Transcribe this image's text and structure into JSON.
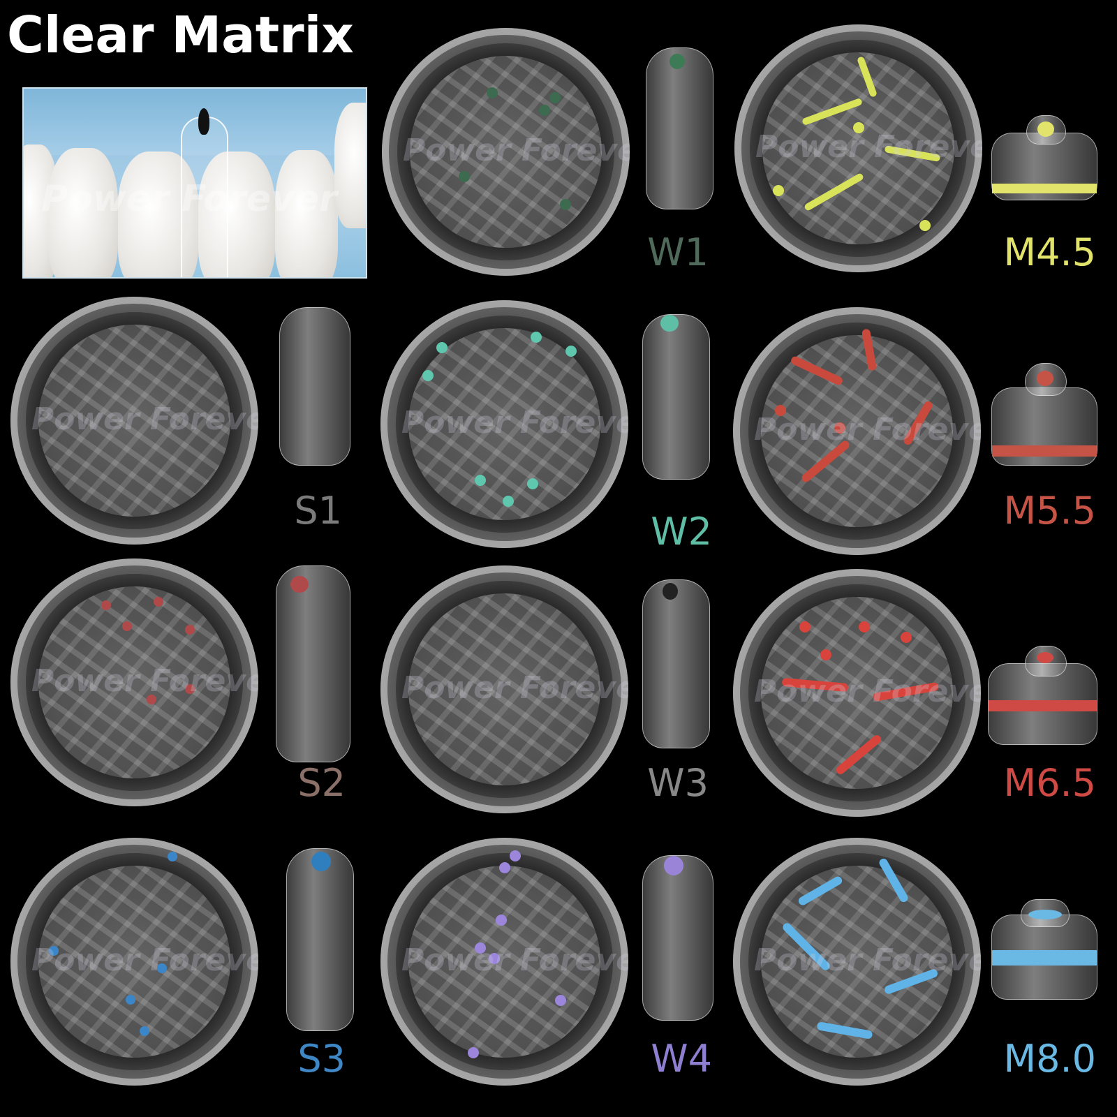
{
  "title": "Clear Matrix",
  "watermark": "Power Forever",
  "labels": {
    "W1": "W1",
    "M4_5": "M4.5",
    "S1": "S1",
    "W2": "W2",
    "M5_5": "M5.5",
    "S2": "S2",
    "W3": "W3",
    "M6_5": "M6.5",
    "S3": "S3",
    "W4": "W4",
    "M8_0": "M8.0"
  },
  "colors": {
    "W1": "#4f6a5b",
    "M4_5": "#e2e36a",
    "S1": "#7b7b7b",
    "W2": "#5fbfa6",
    "M5_5": "#c55447",
    "S2": "#8a7068",
    "W3": "#888888",
    "M6_5": "#d04a45",
    "S3": "#3f86c4",
    "W4": "#8e7fd0",
    "M8_0": "#6ab8e4"
  }
}
